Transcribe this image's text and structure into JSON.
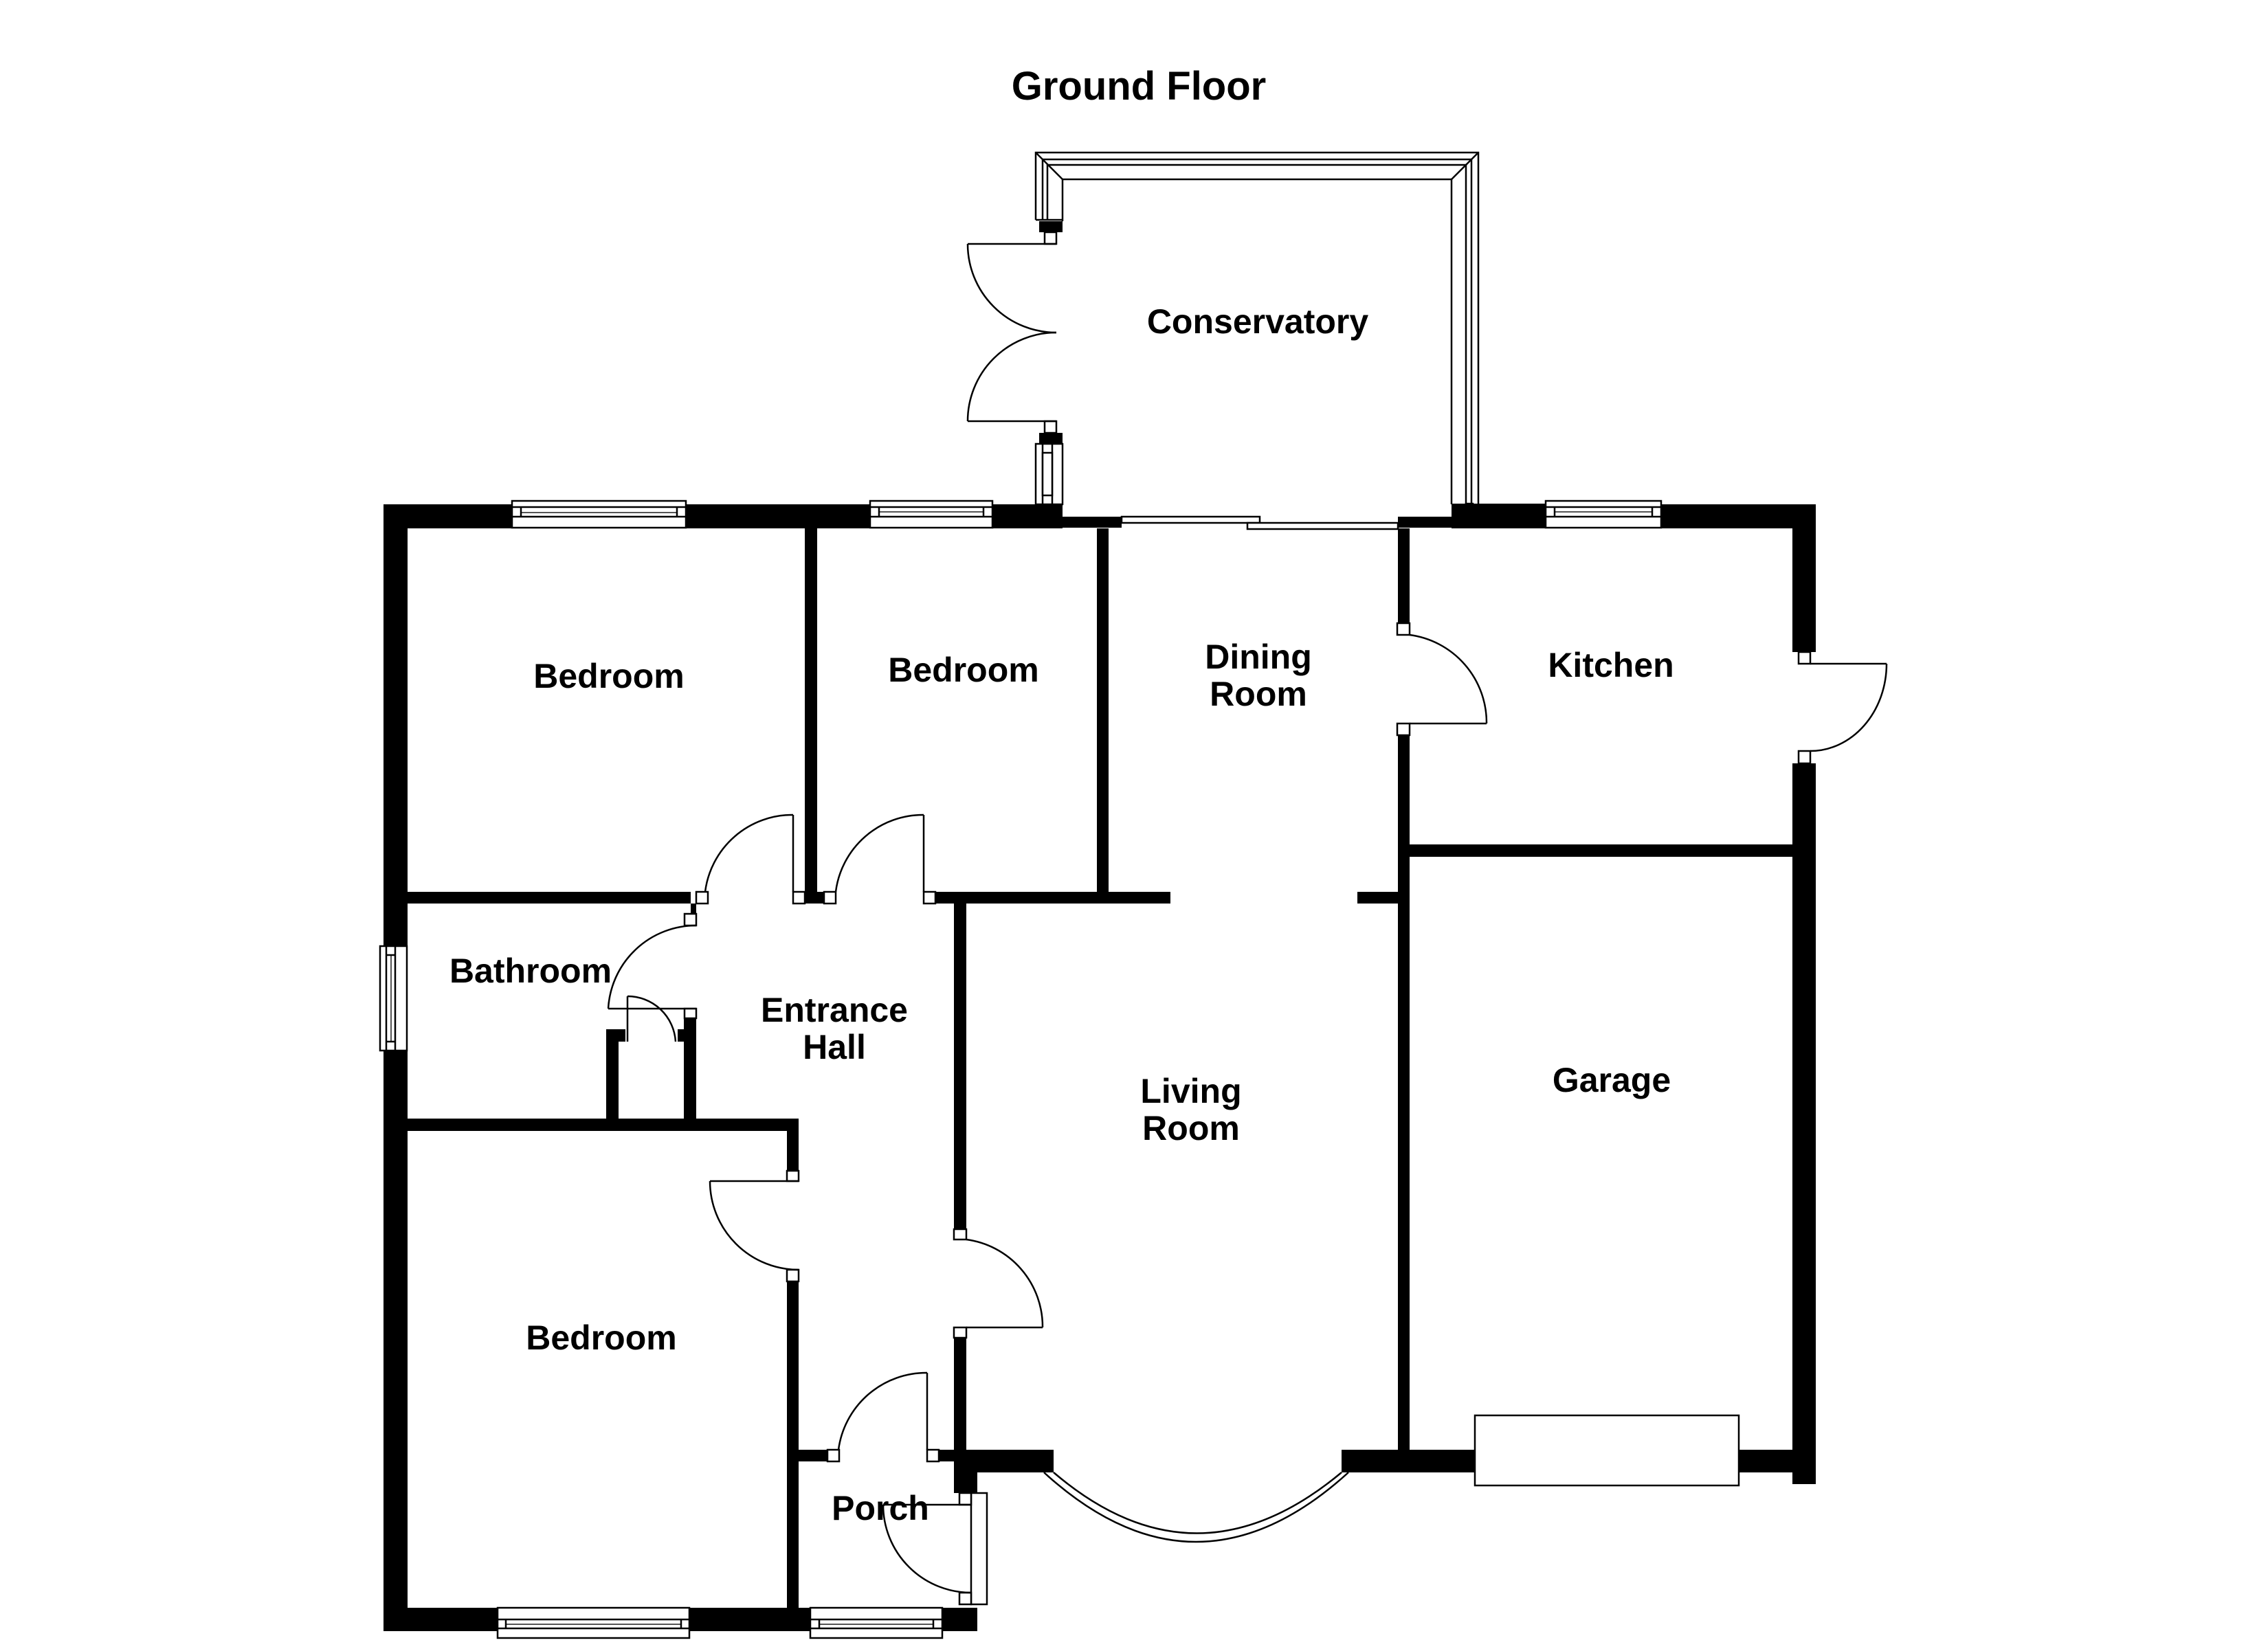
{
  "title": "Ground Floor",
  "colors": {
    "wall": "#000000",
    "background": "#ffffff",
    "line": "#000000"
  },
  "rooms": {
    "conservatory": {
      "label": "Conservatory"
    },
    "bedroom_front_left": {
      "label": "Bedroom"
    },
    "bedroom_front_middle": {
      "label": "Bedroom"
    },
    "dining_room": {
      "line1": "Dining",
      "line2": "Room"
    },
    "kitchen": {
      "label": "Kitchen"
    },
    "bathroom": {
      "label": "Bathroom"
    },
    "entrance_hall": {
      "line1": "Entrance",
      "line2": "Hall"
    },
    "living_room": {
      "line1": "Living",
      "line2": "Room"
    },
    "garage": {
      "label": "Garage"
    },
    "bedroom_rear": {
      "label": "Bedroom"
    },
    "porch": {
      "label": "Porch"
    }
  }
}
